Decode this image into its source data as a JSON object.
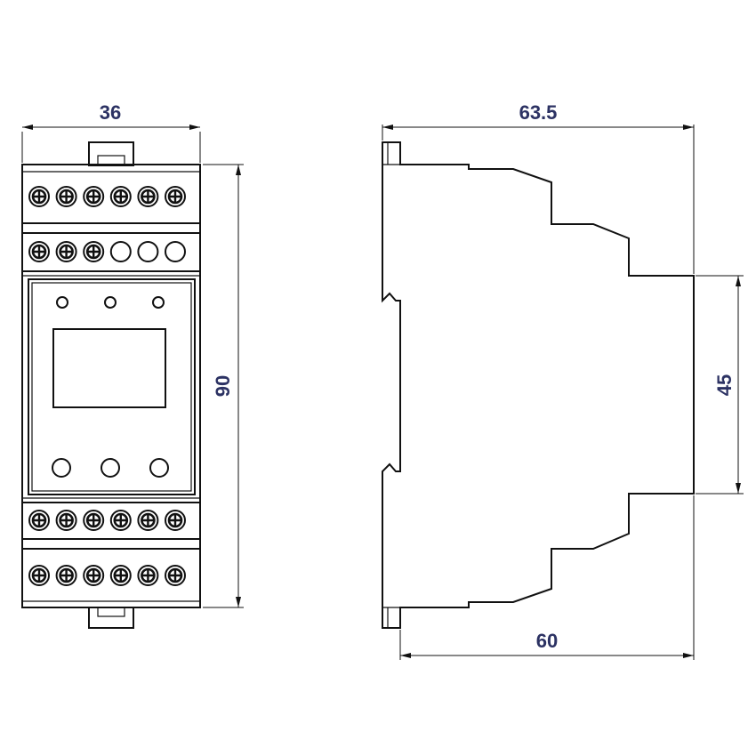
{
  "front_view": {
    "width_label": "36",
    "height_label": "90",
    "terminal_rows": [
      {
        "terminals": [
          "screw",
          "screw",
          "screw",
          "screw",
          "screw",
          "screw"
        ]
      },
      {
        "terminals": [
          "screw",
          "screw",
          "screw",
          "hole",
          "hole",
          "hole"
        ]
      },
      {
        "terminals": [
          "screw",
          "screw",
          "screw",
          "screw",
          "screw",
          "screw"
        ]
      },
      {
        "terminals": [
          "screw",
          "screw",
          "screw",
          "screw",
          "screw",
          "screw"
        ]
      }
    ],
    "indicator_count": 3,
    "button_count": 3
  },
  "side_view": {
    "overall_depth_label": "63.5",
    "front_height_label": "45",
    "body_depth_label": "60"
  },
  "colors": {
    "dimension_text": "#2c3263",
    "line": "#111111"
  }
}
